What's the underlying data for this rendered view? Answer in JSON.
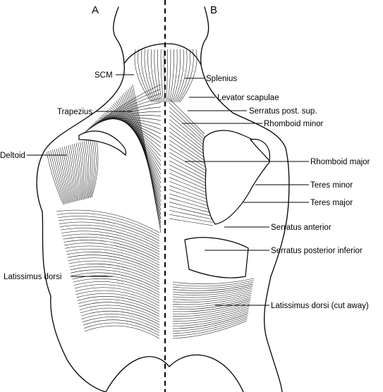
{
  "panels": {
    "left": "A",
    "right": "B"
  },
  "labels": {
    "scm": "SCM",
    "trapezius": "Trapezius",
    "deltoid": "Deltoid",
    "latissimus_dorsi": "Latissimus dorsi",
    "splenius": "Splenius",
    "levator_scapulae": "Levator scapulae",
    "serratus_post_sup": "Serratus post. sup.",
    "rhomboid_minor": "Rhomboid minor",
    "rhomboid_major": "Rhomboid major",
    "teres_minor": "Teres minor",
    "teres_major": "Teres major",
    "serratus_anterior": "Serratus anterior",
    "serratus_posterior_inferior": "Serratus posterior inferior",
    "latissimus_dorsi_cut": "Latissimus dorsi (cut away)"
  }
}
